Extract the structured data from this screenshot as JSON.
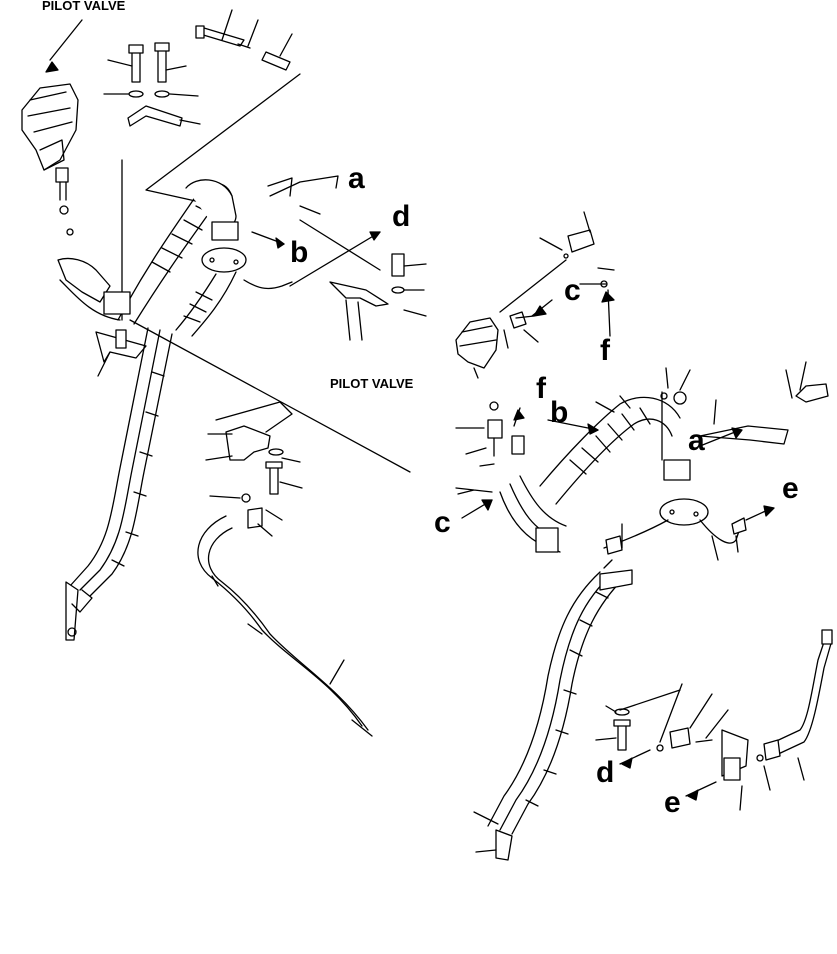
{
  "diagram": {
    "titles": [
      "PILOT VALVE",
      "PILOT VALVE"
    ],
    "refs": [
      "a",
      "b",
      "c",
      "d",
      "e",
      "f",
      "a",
      "b",
      "c",
      "d",
      "e",
      "f"
    ]
  },
  "colors": {
    "ink": "#000000",
    "paper": "#ffffff"
  }
}
